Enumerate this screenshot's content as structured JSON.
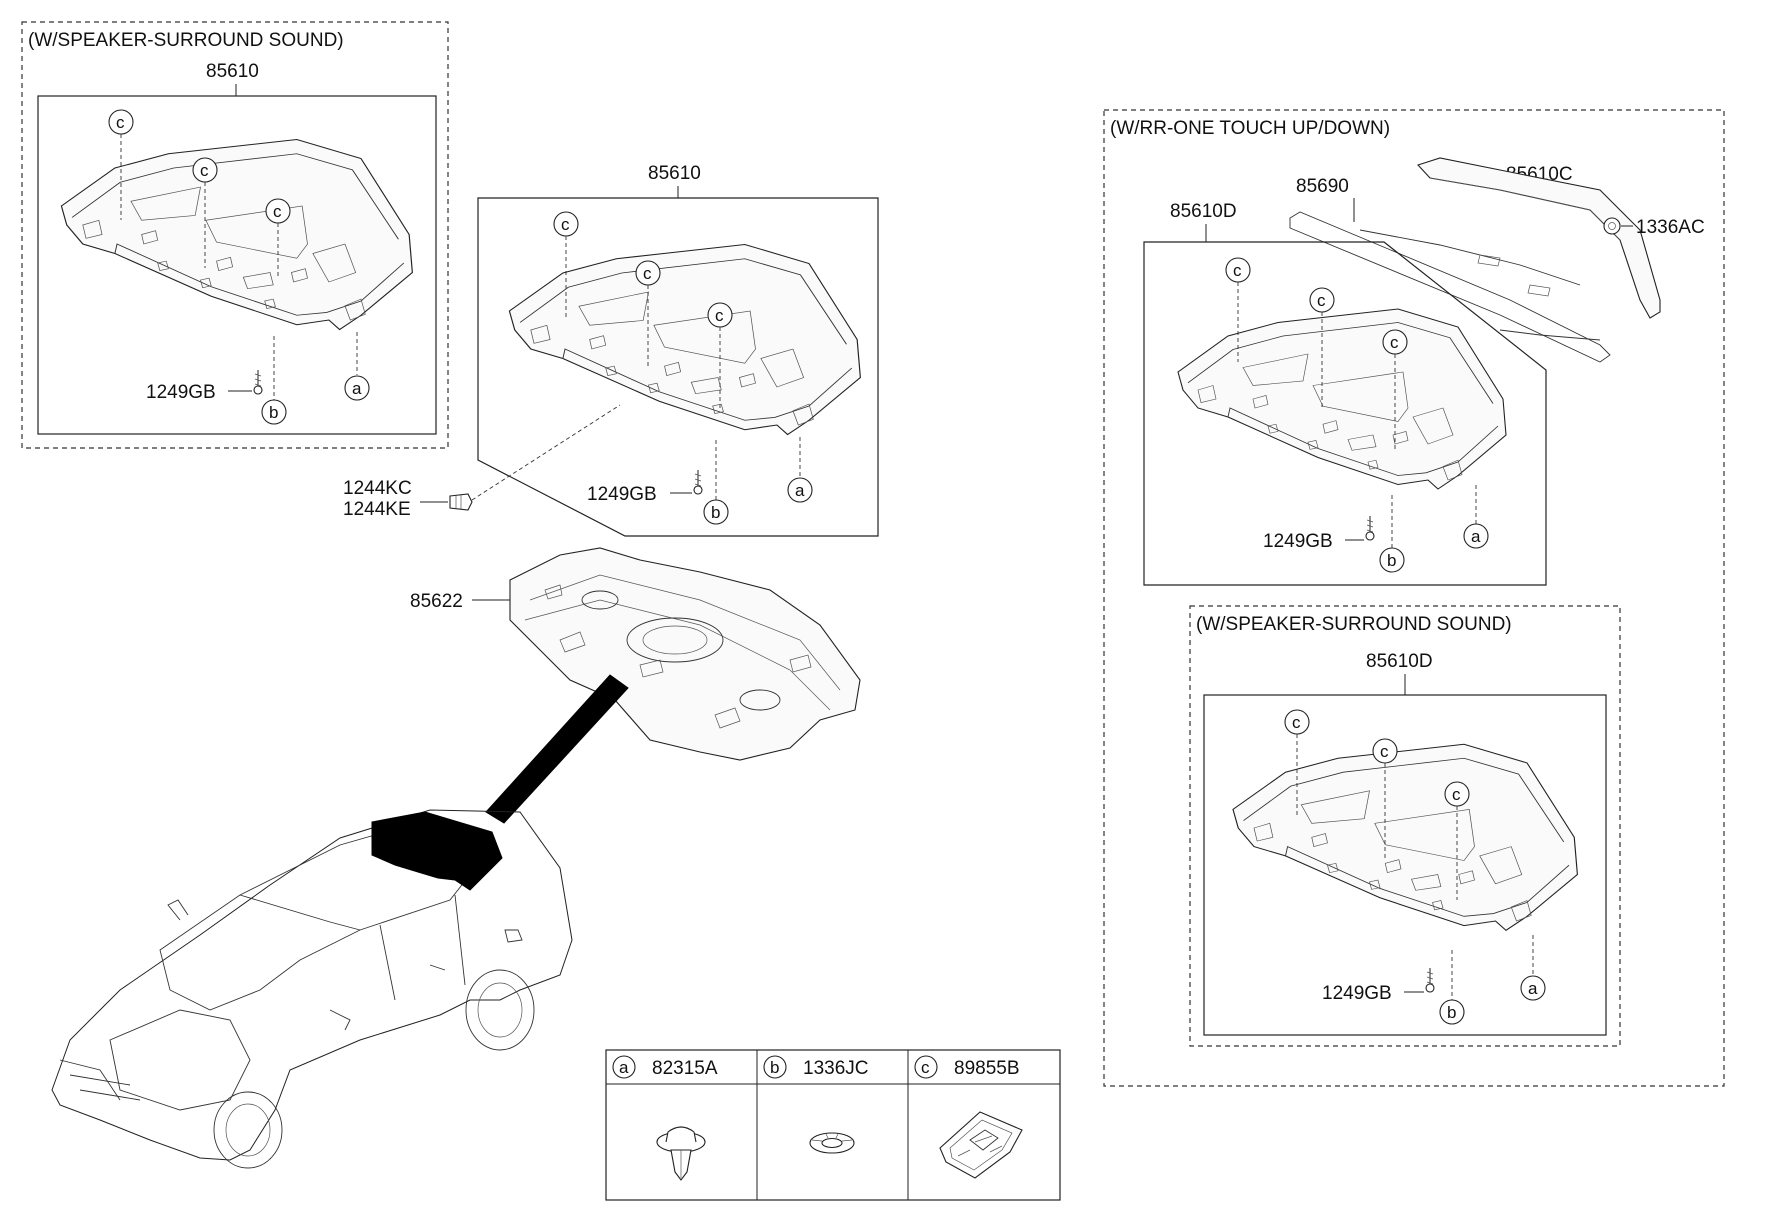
{
  "groups": {
    "top_left_caption": "(W/SPEAKER-SURROUND SOUND)",
    "right_caption": "(W/RR-ONE TOUCH UP/DOWN)",
    "right_inner_caption": "(W/SPEAKER-SURROUND SOUND)"
  },
  "parts": {
    "p85610_top_left": "85610",
    "p85610_center": "85610",
    "p85610D_right": "85610D",
    "p85610D_right_lower": "85610D",
    "p85690": "85690",
    "p85610C": "85610C",
    "p1336AC": "1336AC",
    "p85622": "85622",
    "p1244KC": "1244KC",
    "p1244KE": "1244KE",
    "p1249GB_a": "1249GB",
    "p1249GB_b": "1249GB",
    "p1249GB_c": "1249GB",
    "p1249GB_d": "1249GB"
  },
  "callout_letters": {
    "a": "a",
    "b": "b",
    "c": "c"
  },
  "legend": {
    "columns": [
      {
        "letter": "a",
        "part": "82315A",
        "icon": "clip-icon"
      },
      {
        "letter": "b",
        "part": "1336JC",
        "icon": "nut-icon"
      },
      {
        "letter": "c",
        "part": "89855B",
        "icon": "label-icon"
      }
    ]
  }
}
